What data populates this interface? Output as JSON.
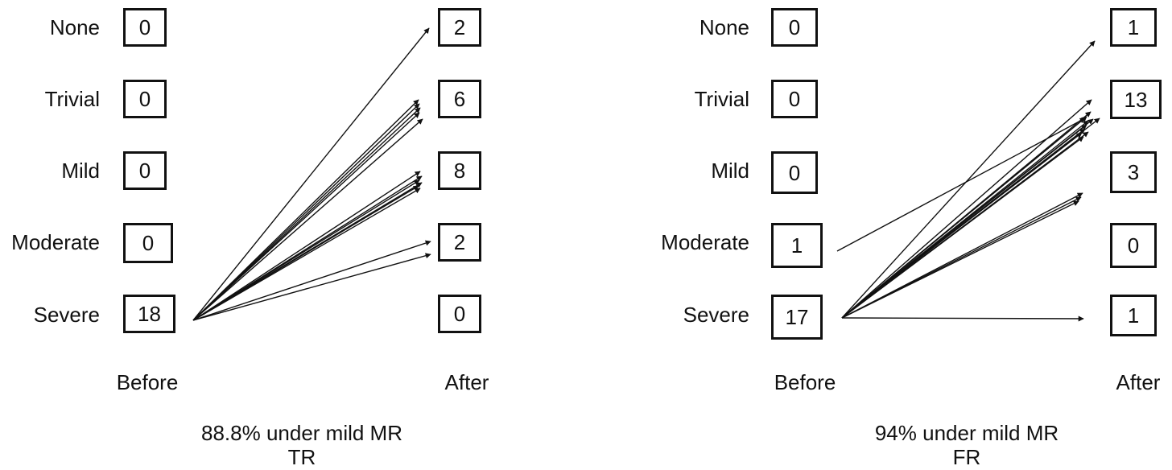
{
  "severity_labels": [
    "None",
    "Trivial",
    "Mild",
    "Moderate",
    "Severe"
  ],
  "axis_labels": {
    "before": "Before",
    "after": "After"
  },
  "panels": [
    {
      "name": "TR",
      "caption": "88.8% under mild MR",
      "before_counts": [
        "0",
        "0",
        "0",
        "0",
        "18"
      ],
      "after_counts": [
        "2",
        "6",
        "8",
        "2",
        "0"
      ]
    },
    {
      "name": "FR",
      "caption": "94% under mild MR",
      "before_counts": [
        "0",
        "0",
        "0",
        "1",
        "17"
      ],
      "after_counts": [
        "1",
        "13",
        "3",
        "0",
        "1"
      ]
    }
  ],
  "arrow_color": "#111111"
}
